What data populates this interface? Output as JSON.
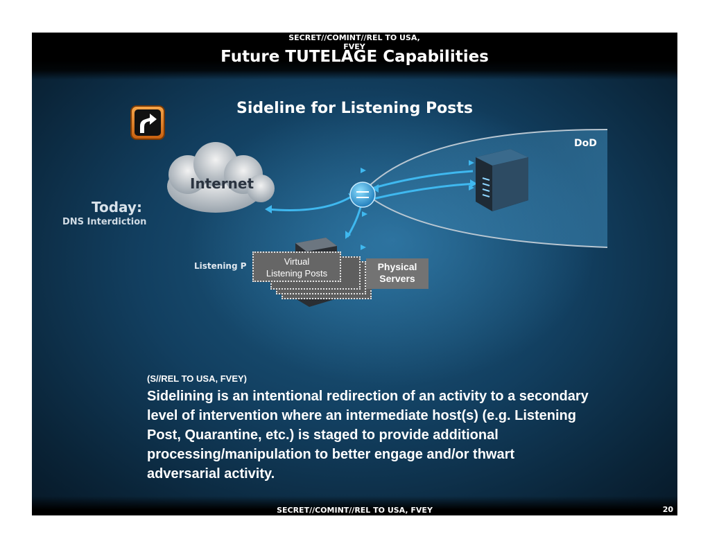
{
  "header": {
    "classification_top": "SECRET//COMINT//REL TO USA, FVEY",
    "title": "Future TUTELAGE Capabilities"
  },
  "slide": {
    "subtitle": "Sideline for Listening Posts"
  },
  "diagram": {
    "today_label": "Today:",
    "dns_label": "DNS Interdiction",
    "internet_label": "Internet",
    "dod_label": "DoD",
    "listening_posts_label": "Listening P",
    "virtual_label": "Virtual\nListening Posts",
    "physical_label": "Physical\nServers"
  },
  "body": {
    "marking": "(S//REL TO USA, FVEY)",
    "paragraph": "Sidelining is an intentional redirection of an activity to a secondary level of intervention where an intermediate host(s) (e.g. Listening Post, Quarantine, etc.) is staged to provide additional processing/manipulation to better engage and/or thwart adversarial activity."
  },
  "footer": {
    "classification_bottom": "SECRET//COMINT//REL TO USA, FVEY",
    "page_number": "20"
  },
  "colors": {
    "background": "#123f60",
    "arrow_icon": "#e07a1f",
    "link_cyan": "#39b6f0",
    "box_gray": "#6b6b6b"
  },
  "icons": [
    "turn-arrow-icon",
    "cloud-icon",
    "router-icon",
    "server-icon"
  ]
}
